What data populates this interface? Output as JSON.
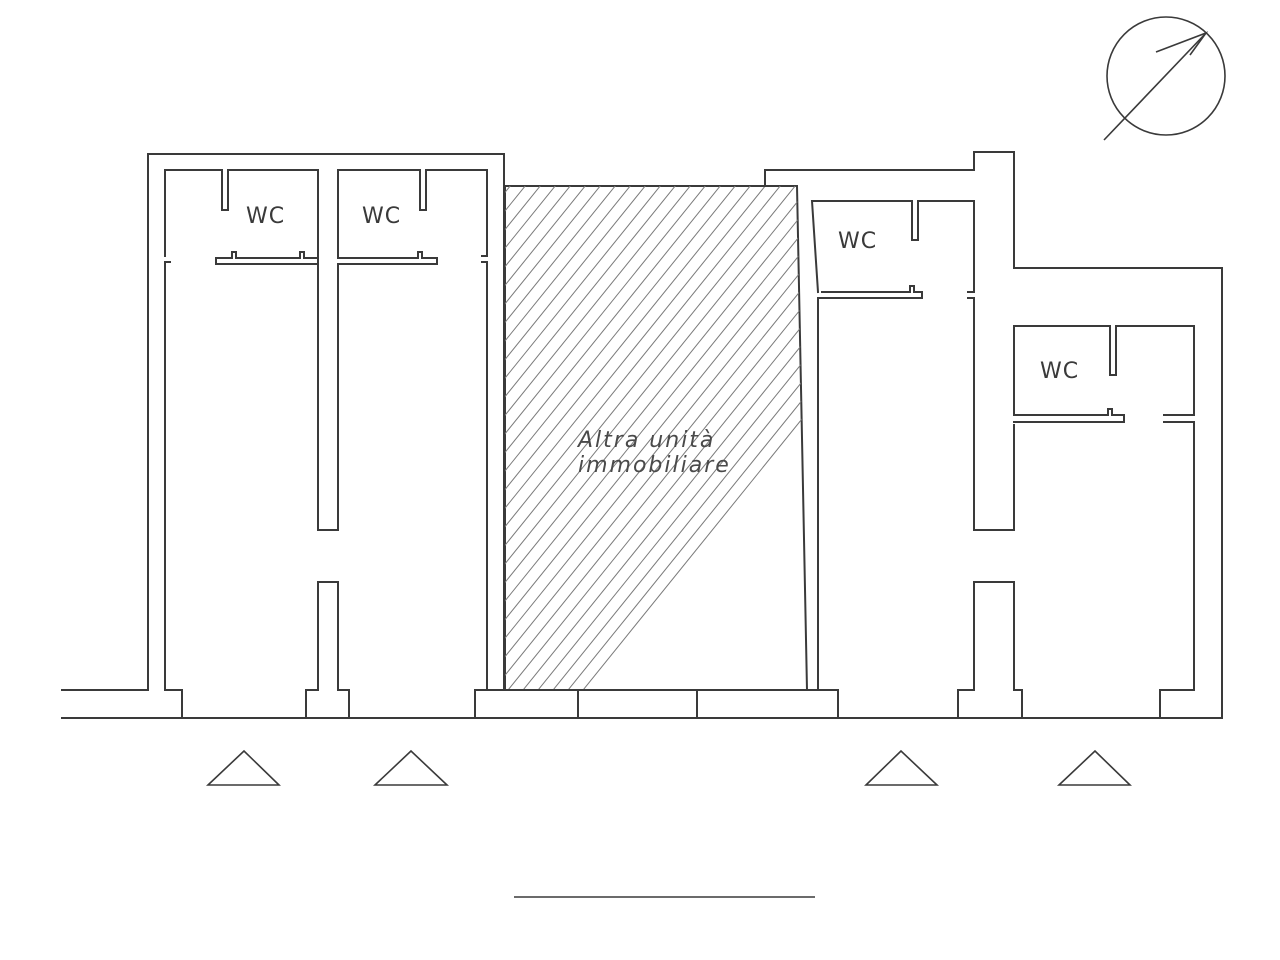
{
  "labels": {
    "wc_1": "WC",
    "wc_2": "WC",
    "wc_3": "WC",
    "wc_4": "WC",
    "other_unit_line1": "Altra unità",
    "other_unit_line2": "immobiliare"
  },
  "icons": {
    "north": "north-arrow-icon",
    "entrance": "entrance-triangle-icon"
  },
  "colors": {
    "line": "#3a3a3a",
    "hatch": "#7a7a7a",
    "background": "#ffffff"
  }
}
